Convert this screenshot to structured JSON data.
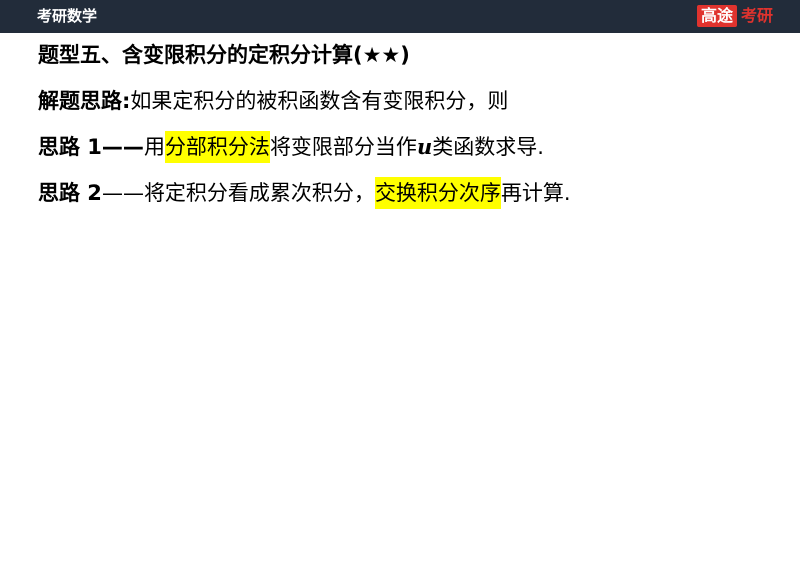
{
  "header": {
    "title": "考研数学",
    "brand_mark": "高途",
    "brand_text": "考研"
  },
  "colors": {
    "header_bg": "#222c3a",
    "brand_red": "#e0332e",
    "highlight": "#ffff00"
  },
  "content": {
    "title": "题型五、含变限积分的定积分计算(★★)",
    "line1": {
      "label": "解题思路:",
      "text": "如果定积分的被积函数含有变限积分，则"
    },
    "line2": {
      "label": "思路 1——",
      "pre": "用",
      "highlight": "分部积分法",
      "mid": "将变限部分当作",
      "var": "u",
      "post": "类函数求导."
    },
    "line3": {
      "label": "思路 2",
      "pre": "——将定积分看成累次积分，",
      "highlight": "交换积分次序",
      "post": "再计算."
    }
  }
}
